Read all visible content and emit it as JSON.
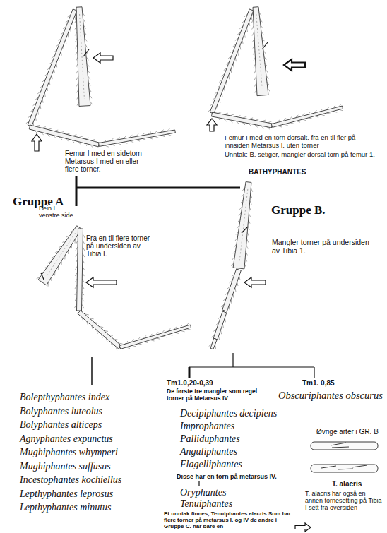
{
  "diagram": {
    "labels": [
      "Femur I med en sidetorn Metarsus I med en eller flere torner.",
      "Femur I med en torn dorsalt. fra en til fler på innsiden Metarsus I. uten torner",
      "Unntak: B. setiger, mangler dorsal torn på femur 1.",
      "BATHYPHANTES",
      "Gruppe A",
      "Gruppe B.",
      "Bein I. venstre side.",
      "Fra en til flere torner på undersiden av Tibia I.",
      "Mangler torner på undersiden av Tibia 1.",
      "Bolepthyphantes index",
      "Bolyphantes luteolus",
      "Bolyphantes alticeps",
      "Agnyphantes expunctus",
      "Mughiphantes whymperi",
      "Mughiphantes suffusus",
      "Incestophantes kochiellus",
      "Lepthyphantes leprosus",
      "Lepthyphantes minutus",
      "Tm1.0,20-0,39",
      "De første tre mangler som regel torner på Metarsus IV",
      "Tm1. 0,85",
      "Obscuriphantes obscurus",
      "Decipiphantes decipiens",
      "Improphantes",
      "Palliduphantes",
      "Anguliphantes",
      "Flagelliphantes",
      "Disse har en torn på metarsus IV.",
      "Oryphantes",
      "Tenuiphantes",
      "Øvrige arter i GR. B",
      "T. alacris",
      "T. alacris har også en annen tornesetting på Tibia I sett fra oversiden",
      "Et unntak finnes, Tenuiphantes alacris Som har flere torner på metarsus I. og IV de andre i Gruppe C. har bare en"
    ]
  }
}
